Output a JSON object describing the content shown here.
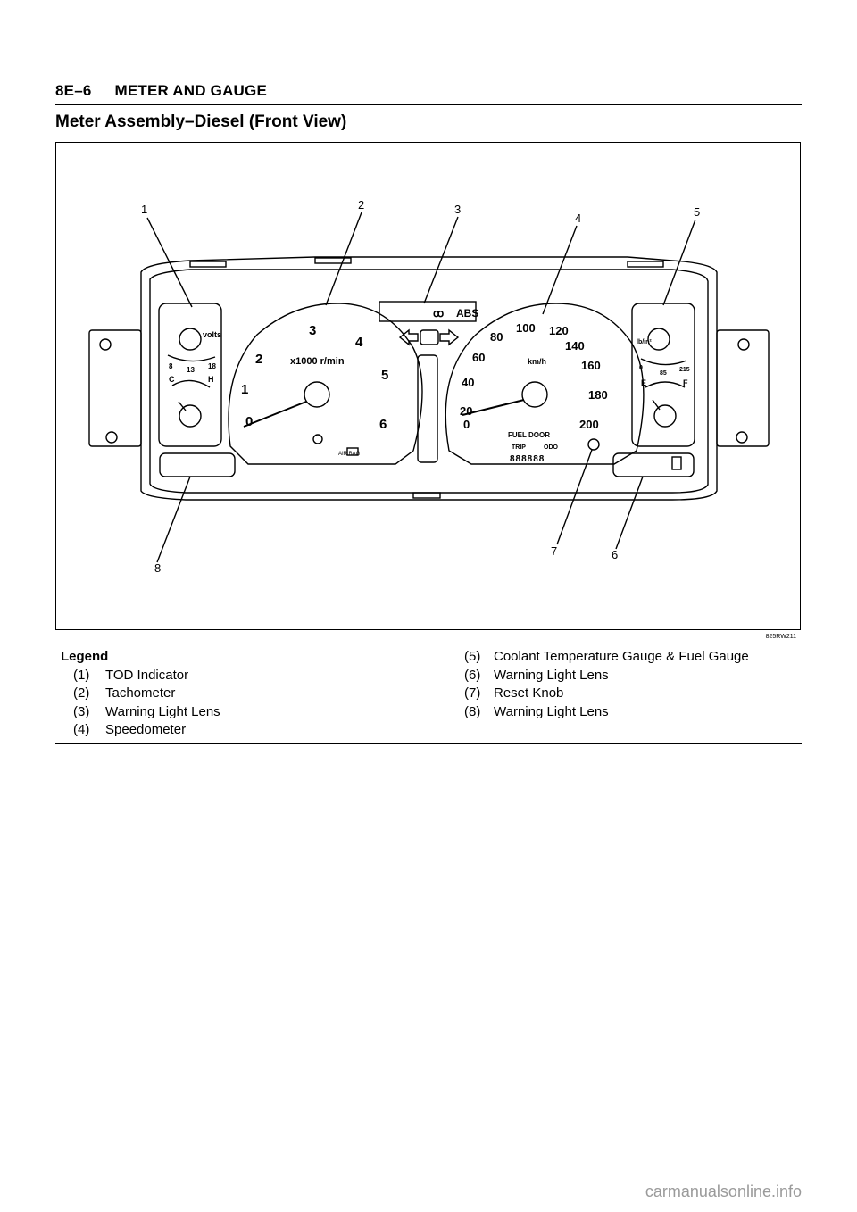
{
  "header": {
    "section": "8E–6",
    "title": "METER AND GAUGE"
  },
  "title": "Meter Assembly–Diesel (Front View)",
  "figure": {
    "code": "825RW211",
    "callouts": [
      "1",
      "2",
      "3",
      "4",
      "5",
      "6",
      "7",
      "8"
    ],
    "tachometer": {
      "unit": "x1000 r/min",
      "scale": [
        "0",
        "1",
        "2",
        "3",
        "4",
        "5",
        "6"
      ]
    },
    "speedometer": {
      "unit": "km/h",
      "scale": [
        "0",
        "20",
        "40",
        "60",
        "80",
        "100",
        "120",
        "140",
        "160",
        "180",
        "200"
      ]
    },
    "abs_label": "ABS",
    "volts_label": "volts",
    "volts_scale": [
      "8",
      "13",
      "18"
    ],
    "temp_labels": {
      "cold": "C",
      "hot": "H"
    },
    "oil_label": "lb/in²",
    "oil_scale": [
      "0",
      "85",
      "215"
    ],
    "fuel_labels": {
      "empty": "E",
      "full": "F"
    },
    "airbag_label": "AIR BAG",
    "fuel_door_label": "FUEL DOOR",
    "trip_label": "TRIP",
    "odo_label": "ODO",
    "odo_digits": "888888"
  },
  "legend": {
    "title": "Legend",
    "left": [
      {
        "num": "(1)",
        "text": "TOD Indicator"
      },
      {
        "num": "(2)",
        "text": "Tachometer"
      },
      {
        "num": "(3)",
        "text": "Warning Light Lens"
      },
      {
        "num": "(4)",
        "text": "Speedometer"
      }
    ],
    "right": [
      {
        "num": "(5)",
        "text": "Coolant Temperature Gauge & Fuel Gauge"
      },
      {
        "num": "(6)",
        "text": "Warning Light Lens"
      },
      {
        "num": "(7)",
        "text": "Reset Knob"
      },
      {
        "num": "(8)",
        "text": "Warning Light Lens"
      }
    ]
  },
  "watermark": "carmanualsonline.info"
}
